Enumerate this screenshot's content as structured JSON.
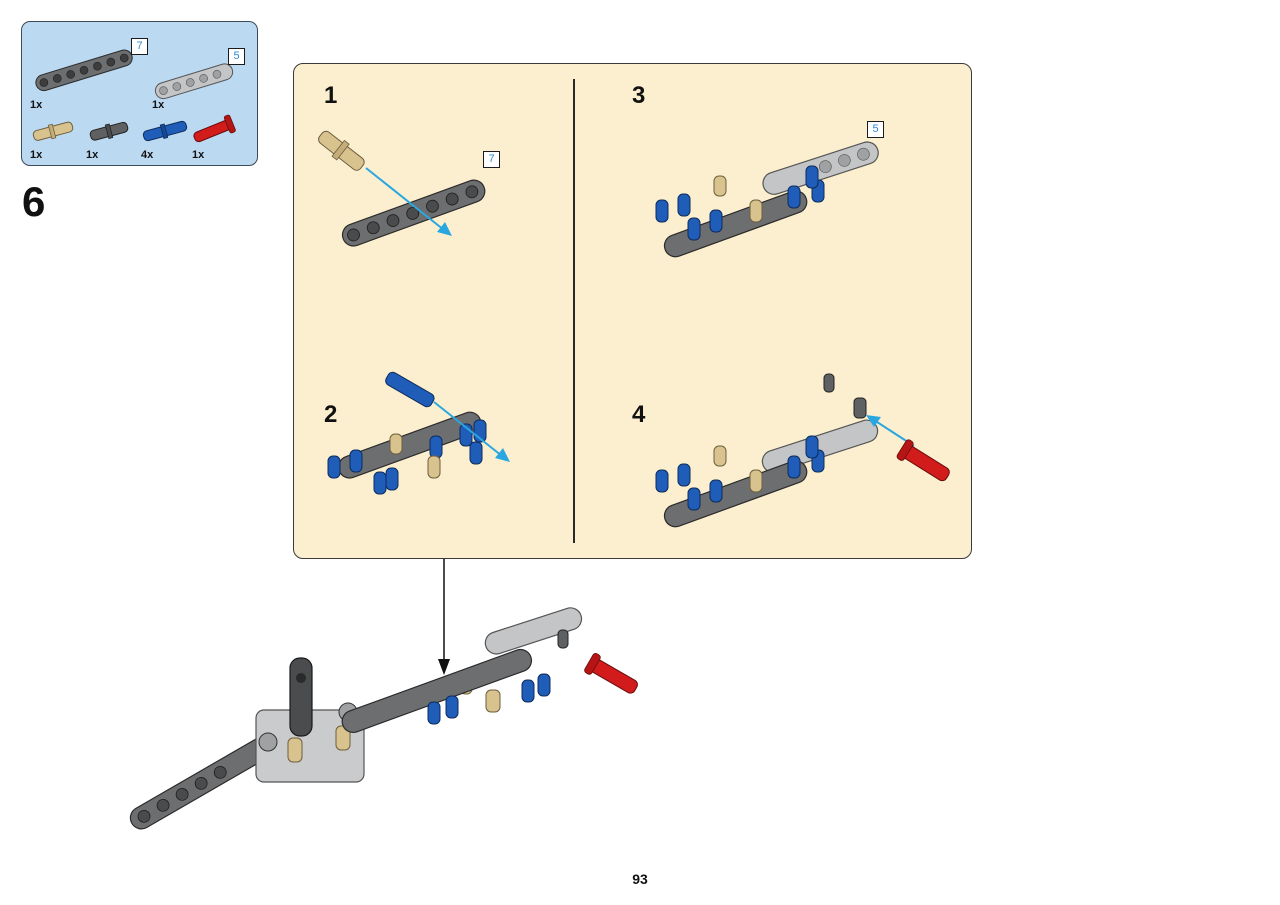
{
  "parts_list": {
    "items": [
      {
        "quantity": "1x",
        "length_label": "7",
        "icon": "dark-gray-beam-7-icon",
        "color": "#6d6e70"
      },
      {
        "quantity": "1x",
        "length_label": "5",
        "icon": "light-gray-beam-5-icon",
        "color": "#c3c5c7"
      },
      {
        "quantity": "1x",
        "icon": "tan-axle-pin-icon",
        "color": "#d8c28e"
      },
      {
        "quantity": "1x",
        "icon": "dark-gray-pin-icon",
        "color": "#5e6062"
      },
      {
        "quantity": "4x",
        "icon": "blue-long-pin-icon",
        "color": "#1f5db8"
      },
      {
        "quantity": "1x",
        "icon": "red-axle-pin-icon",
        "color": "#d21b1b"
      }
    ]
  },
  "step": {
    "number": "6",
    "substeps": [
      {
        "number": "1",
        "callout": "7"
      },
      {
        "number": "2"
      },
      {
        "number": "3",
        "callout": "5"
      },
      {
        "number": "4"
      }
    ]
  },
  "colors": {
    "parts_box_bg": "#bcd9f2",
    "substep_panel_bg": "#fcefcf",
    "arrow_cyan": "#2aa7e0",
    "beam_dark": "#6d6e70",
    "beam_light": "#c3c5c7",
    "pin_blue": "#1f5db8",
    "pin_tan": "#d8c28e",
    "pin_red": "#d21b1b"
  },
  "page_number": "93"
}
